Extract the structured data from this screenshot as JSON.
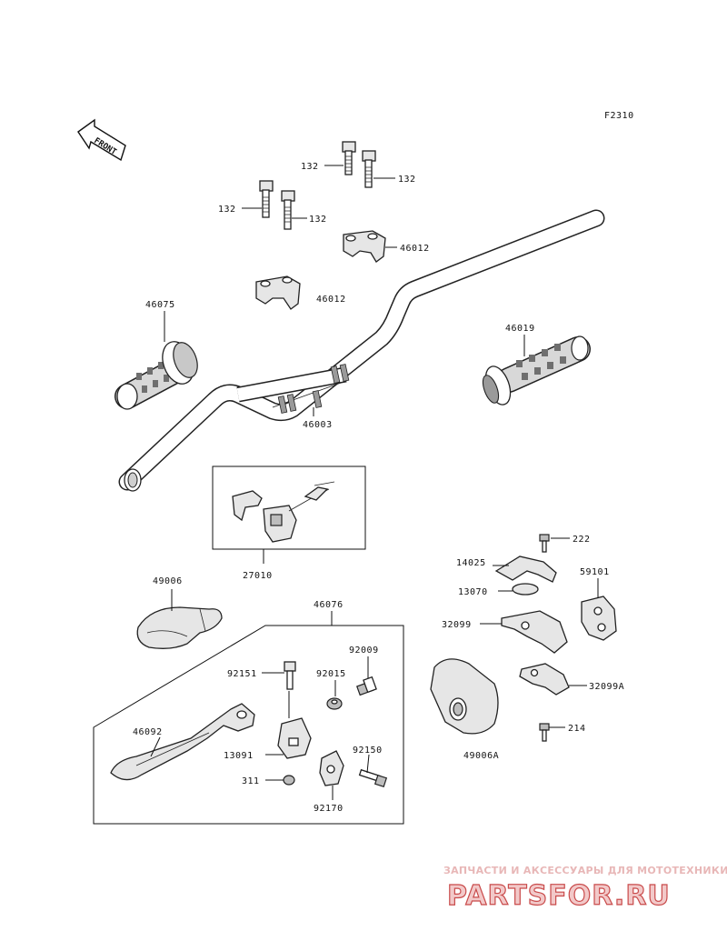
{
  "figure_code": "F2310",
  "front_arrow": "FRONT",
  "labels": {
    "bolt_132_a": "132",
    "bolt_132_b": "132",
    "bolt_132_c": "132",
    "bolt_132_d": "132",
    "holder_upper": "46012",
    "holder_lower": "46012",
    "grip_left": "46075",
    "grip_right": "46019",
    "handlebar": "46003",
    "switch_assembly": "27010",
    "lever_guard": "49006",
    "lever_assembly": "46076",
    "clutch_lever": "46092",
    "bolt_92151": "92151",
    "collar_92015": "92015",
    "adjuster_92009": "92009",
    "bracket_13091": "13091",
    "nut_311": "311",
    "bolt_92150": "92150",
    "clamp_92170": "92170",
    "screw_222": "222",
    "cover_14025": "14025",
    "plate_13070": "13070",
    "guard_59101": "59101",
    "housing_32099": "32099",
    "housing_32099a": "32099A",
    "screw_214": "214",
    "guard_49006a": "49006A"
  },
  "watermark": {
    "tagline": "ЗАПЧАСТИ И АКСЕССУАРЫ ДЛЯ МОТОТЕХНИКИ",
    "logo_text": "PARTSFOR.RU"
  }
}
